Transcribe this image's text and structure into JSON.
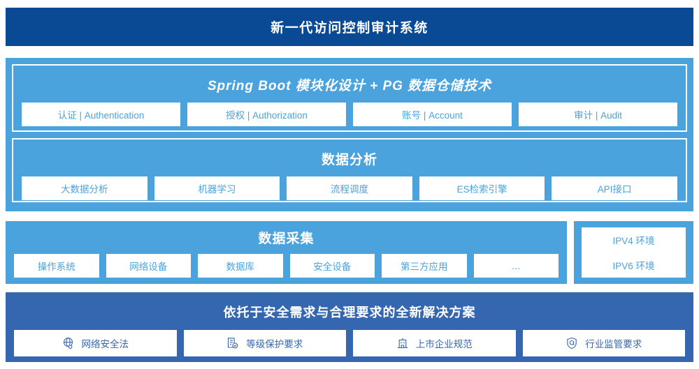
{
  "header": {
    "title": "新一代访问控制审计系统"
  },
  "colors": {
    "header_navy": "#0a4a94",
    "panel_light_blue": "#4ba3dd",
    "solution_blue": "#3567b0",
    "card_white": "#ffffff"
  },
  "application_layer": {
    "auth_panel": {
      "title": "Spring Boot 模块化设计 + PG 数据仓储技术",
      "cards": [
        {
          "label": "认证 | Authentication"
        },
        {
          "label": "授权 | Authorization"
        },
        {
          "label": "账号 | Account"
        },
        {
          "label": "审计 | Audit"
        }
      ]
    },
    "analysis_panel": {
      "title": "数据分析",
      "cards": [
        {
          "label": "大数据分析"
        },
        {
          "label": "机器学习"
        },
        {
          "label": "流程调度"
        },
        {
          "label": "ES检索引擎"
        },
        {
          "label": "API接口"
        }
      ]
    }
  },
  "collection_layer": {
    "title": "数据采集",
    "cards": [
      {
        "label": "操作系统"
      },
      {
        "label": "网络设备"
      },
      {
        "label": "数据库"
      },
      {
        "label": "安全设备"
      },
      {
        "label": "第三方应用"
      },
      {
        "label": "…"
      }
    ],
    "environments": [
      {
        "label": "IPV4 环境"
      },
      {
        "label": "IPV6 环境"
      }
    ]
  },
  "solution_layer": {
    "title": "依托于安全需求与合理要求的全新解决方案",
    "cards": [
      {
        "label": "网络安全法",
        "icon": "globe-network-icon"
      },
      {
        "label": "等级保护要求",
        "icon": "document-check-icon"
      },
      {
        "label": "上市企业规范",
        "icon": "building-icon"
      },
      {
        "label": "行业监管要求",
        "icon": "shield-search-icon"
      }
    ]
  }
}
